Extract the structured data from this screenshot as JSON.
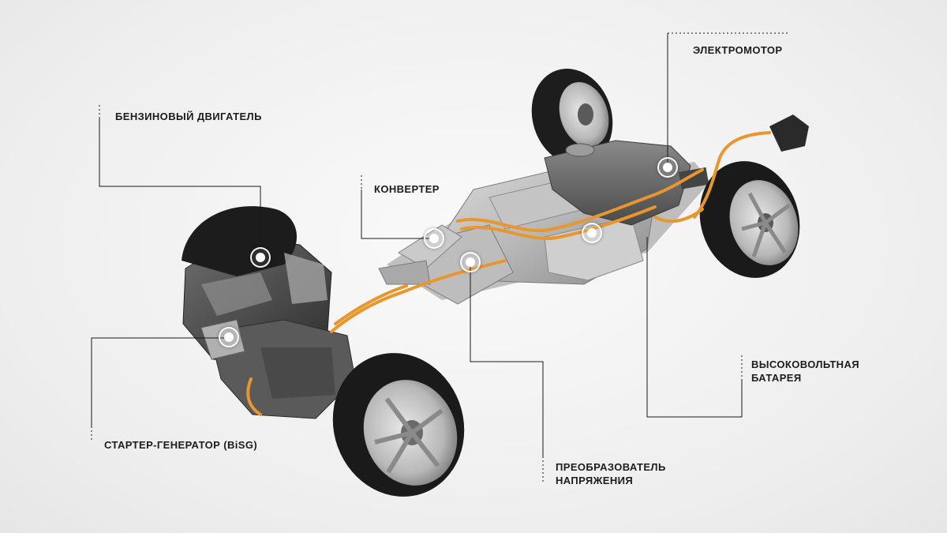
{
  "labels": {
    "engine": "БЕНЗИНОВЫЙ ДВИГАТЕЛЬ",
    "converter": "КОНВЕРТЕР",
    "motor": "ЭЛЕКТРОМОТОР",
    "battery_line1": "ВЫСОКОВОЛЬТНАЯ",
    "battery_line2": "БАТАРЕЯ",
    "inverter_line1": "ПРЕОБРАЗОВАТЕЛЬ",
    "inverter_line2": "НАПРЯЖЕНИЯ",
    "starter": "СТАРТЕР-ГЕНЕРАТОР (BiSG)"
  },
  "colors": {
    "cable": "#e8962e",
    "line": "#1a1a1a",
    "label_text": "#1c1c1c"
  }
}
